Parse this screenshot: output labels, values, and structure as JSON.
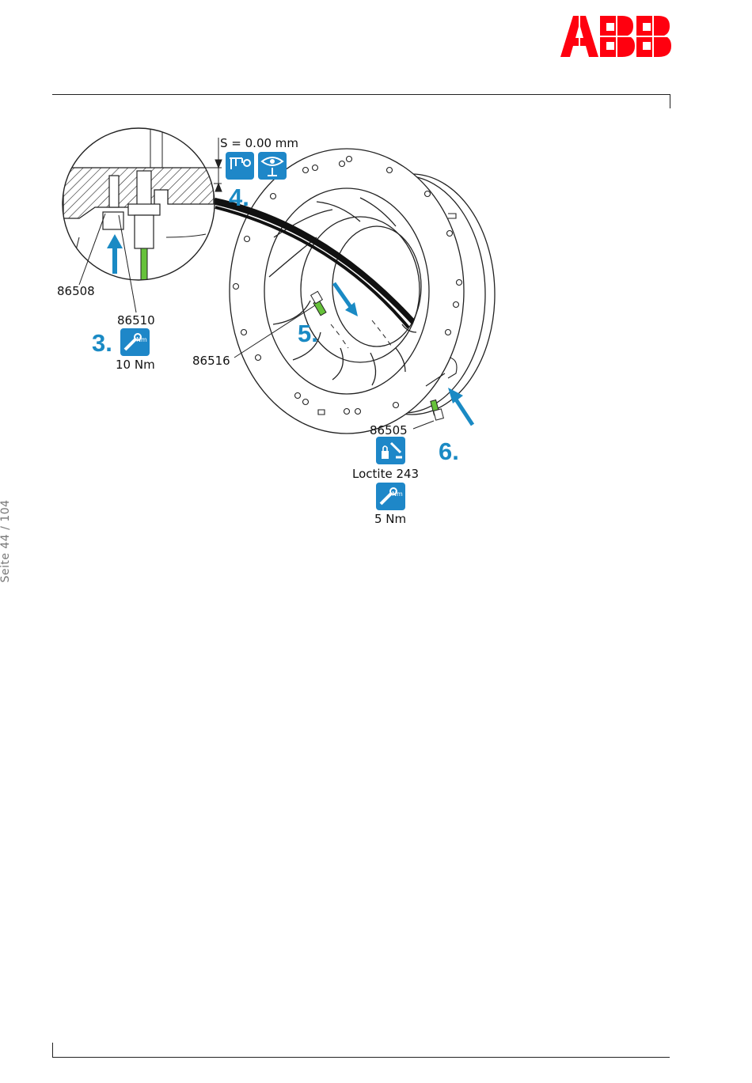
{
  "brand": {
    "logo_text": "ABB",
    "color": "#ff000f"
  },
  "page": {
    "number_text": "Seite 44 / 104"
  },
  "figure": {
    "gap_label": "S = 0.00 mm",
    "parts": {
      "p86508": "86508",
      "p86510": "86510",
      "p86516": "86516",
      "p86505": "86505"
    },
    "steps": {
      "s3": "3.",
      "s4": "4.",
      "s5": "5.",
      "s6": "6."
    },
    "torque_3": "10 Nm",
    "torque_6": "5 Nm",
    "adhesive": "Loctite 243",
    "icons": {
      "torque_wrench": "torque-wrench-icon",
      "caliper": "caliper-icon",
      "visual_check": "eye-inspection-icon",
      "threadlocker": "threadlocker-icon"
    },
    "colors": {
      "step_blue": "#1a8ac4",
      "icon_blue": "#1e87c8",
      "sensor_green": "#66c23a"
    }
  }
}
